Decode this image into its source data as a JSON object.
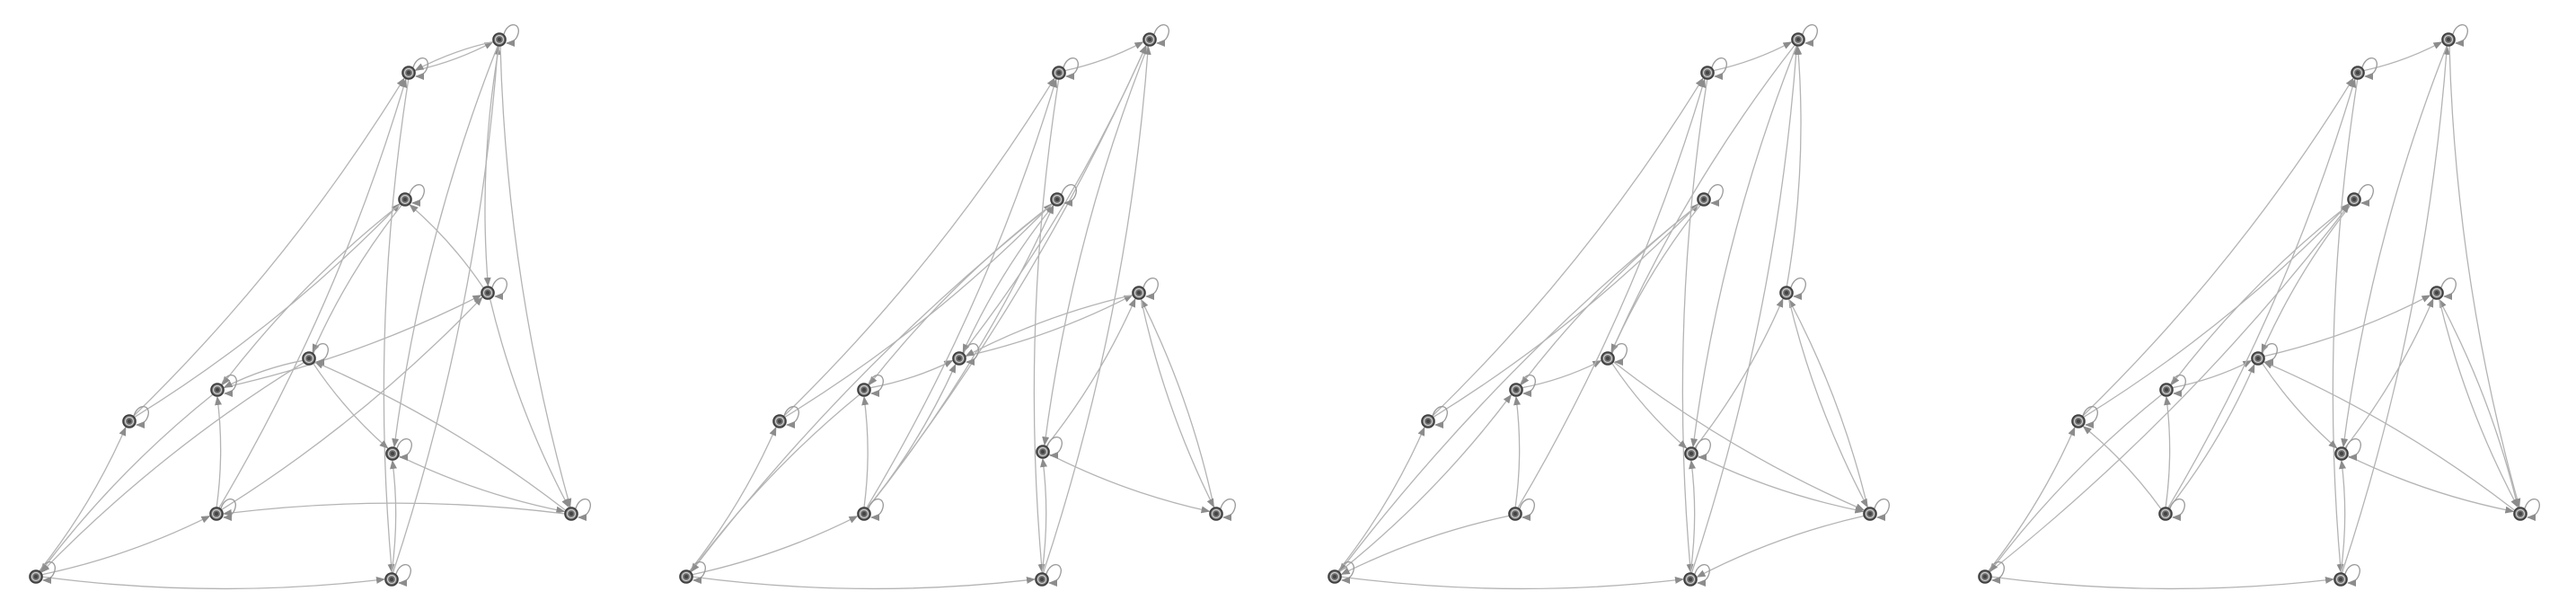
{
  "figure": {
    "kind": "directed-graph-panels",
    "panel_count": 4,
    "node_count": 12,
    "colors": {
      "background": "#ffffff",
      "edge": "#b4b4b4",
      "arrowhead": "#8c8c8c",
      "node_fill": "#6e6e6e",
      "node_border": "#3c3c3c",
      "node_core": "#454545",
      "self_loop": "#9a9a9a"
    },
    "every_node_has_self_loop": true
  },
  "panels": [
    {
      "id": "panel-1",
      "edges": [
        [
          0,
          6
        ],
        [
          6,
          10
        ],
        [
          6,
          4
        ],
        [
          4,
          2
        ],
        [
          10,
          9
        ],
        [
          0,
          9
        ],
        [
          9,
          11
        ],
        [
          9,
          7
        ],
        [
          11,
          7
        ],
        [
          7,
          8
        ],
        [
          8,
          3
        ],
        [
          3,
          7
        ],
        [
          8,
          1
        ],
        [
          5,
          8
        ],
        [
          2,
          5
        ],
        [
          1,
          5
        ],
        [
          5,
          4
        ],
        [
          4,
          3
        ],
        [
          3,
          2
        ],
        [
          1,
          2
        ],
        [
          2,
          0
        ],
        [
          3,
          0
        ],
        [
          0,
          1
        ],
        [
          1,
          10
        ],
        [
          10,
          11
        ],
        [
          11,
          8
        ],
        [
          11,
          5
        ],
        [
          11,
          10
        ]
      ]
    },
    {
      "id": "panel-2",
      "edges": [
        [
          0,
          6
        ],
        [
          6,
          10
        ],
        [
          6,
          4
        ],
        [
          4,
          2
        ],
        [
          10,
          9
        ],
        [
          0,
          9
        ],
        [
          9,
          11
        ],
        [
          9,
          7
        ],
        [
          11,
          7
        ],
        [
          7,
          8
        ],
        [
          8,
          5
        ],
        [
          5,
          8
        ],
        [
          3,
          5
        ],
        [
          7,
          5
        ],
        [
          3,
          11
        ],
        [
          5,
          3
        ],
        [
          4,
          3
        ],
        [
          2,
          3
        ],
        [
          1,
          3
        ],
        [
          1,
          4
        ],
        [
          1,
          11
        ],
        [
          1,
          2
        ],
        [
          2,
          0
        ],
        [
          4,
          0
        ],
        [
          0,
          1
        ],
        [
          1,
          10
        ],
        [
          10,
          11
        ]
      ]
    },
    {
      "id": "panel-3",
      "edges": [
        [
          0,
          6
        ],
        [
          6,
          10
        ],
        [
          6,
          4
        ],
        [
          4,
          2
        ],
        [
          10,
          9
        ],
        [
          0,
          9
        ],
        [
          9,
          11
        ],
        [
          9,
          7
        ],
        [
          11,
          7
        ],
        [
          7,
          8
        ],
        [
          8,
          5
        ],
        [
          5,
          8
        ],
        [
          5,
          11
        ],
        [
          7,
          5
        ],
        [
          11,
          3
        ],
        [
          3,
          7
        ],
        [
          3,
          8
        ],
        [
          2,
          3
        ],
        [
          4,
          3
        ],
        [
          1,
          2
        ],
        [
          1,
          0
        ],
        [
          4,
          0
        ],
        [
          0,
          2
        ],
        [
          1,
          10
        ],
        [
          10,
          11
        ],
        [
          8,
          9
        ]
      ]
    },
    {
      "id": "panel-4",
      "edges": [
        [
          0,
          6
        ],
        [
          6,
          10
        ],
        [
          6,
          4
        ],
        [
          4,
          2
        ],
        [
          10,
          9
        ],
        [
          0,
          9
        ],
        [
          9,
          11
        ],
        [
          9,
          7
        ],
        [
          11,
          7
        ],
        [
          7,
          8
        ],
        [
          8,
          5
        ],
        [
          5,
          8
        ],
        [
          8,
          3
        ],
        [
          7,
          5
        ],
        [
          4,
          3
        ],
        [
          3,
          7
        ],
        [
          3,
          5
        ],
        [
          2,
          3
        ],
        [
          1,
          3
        ],
        [
          1,
          2
        ],
        [
          1,
          6
        ],
        [
          0,
          4
        ],
        [
          2,
          0
        ],
        [
          1,
          10
        ],
        [
          10,
          11
        ],
        [
          11,
          8
        ]
      ]
    }
  ]
}
